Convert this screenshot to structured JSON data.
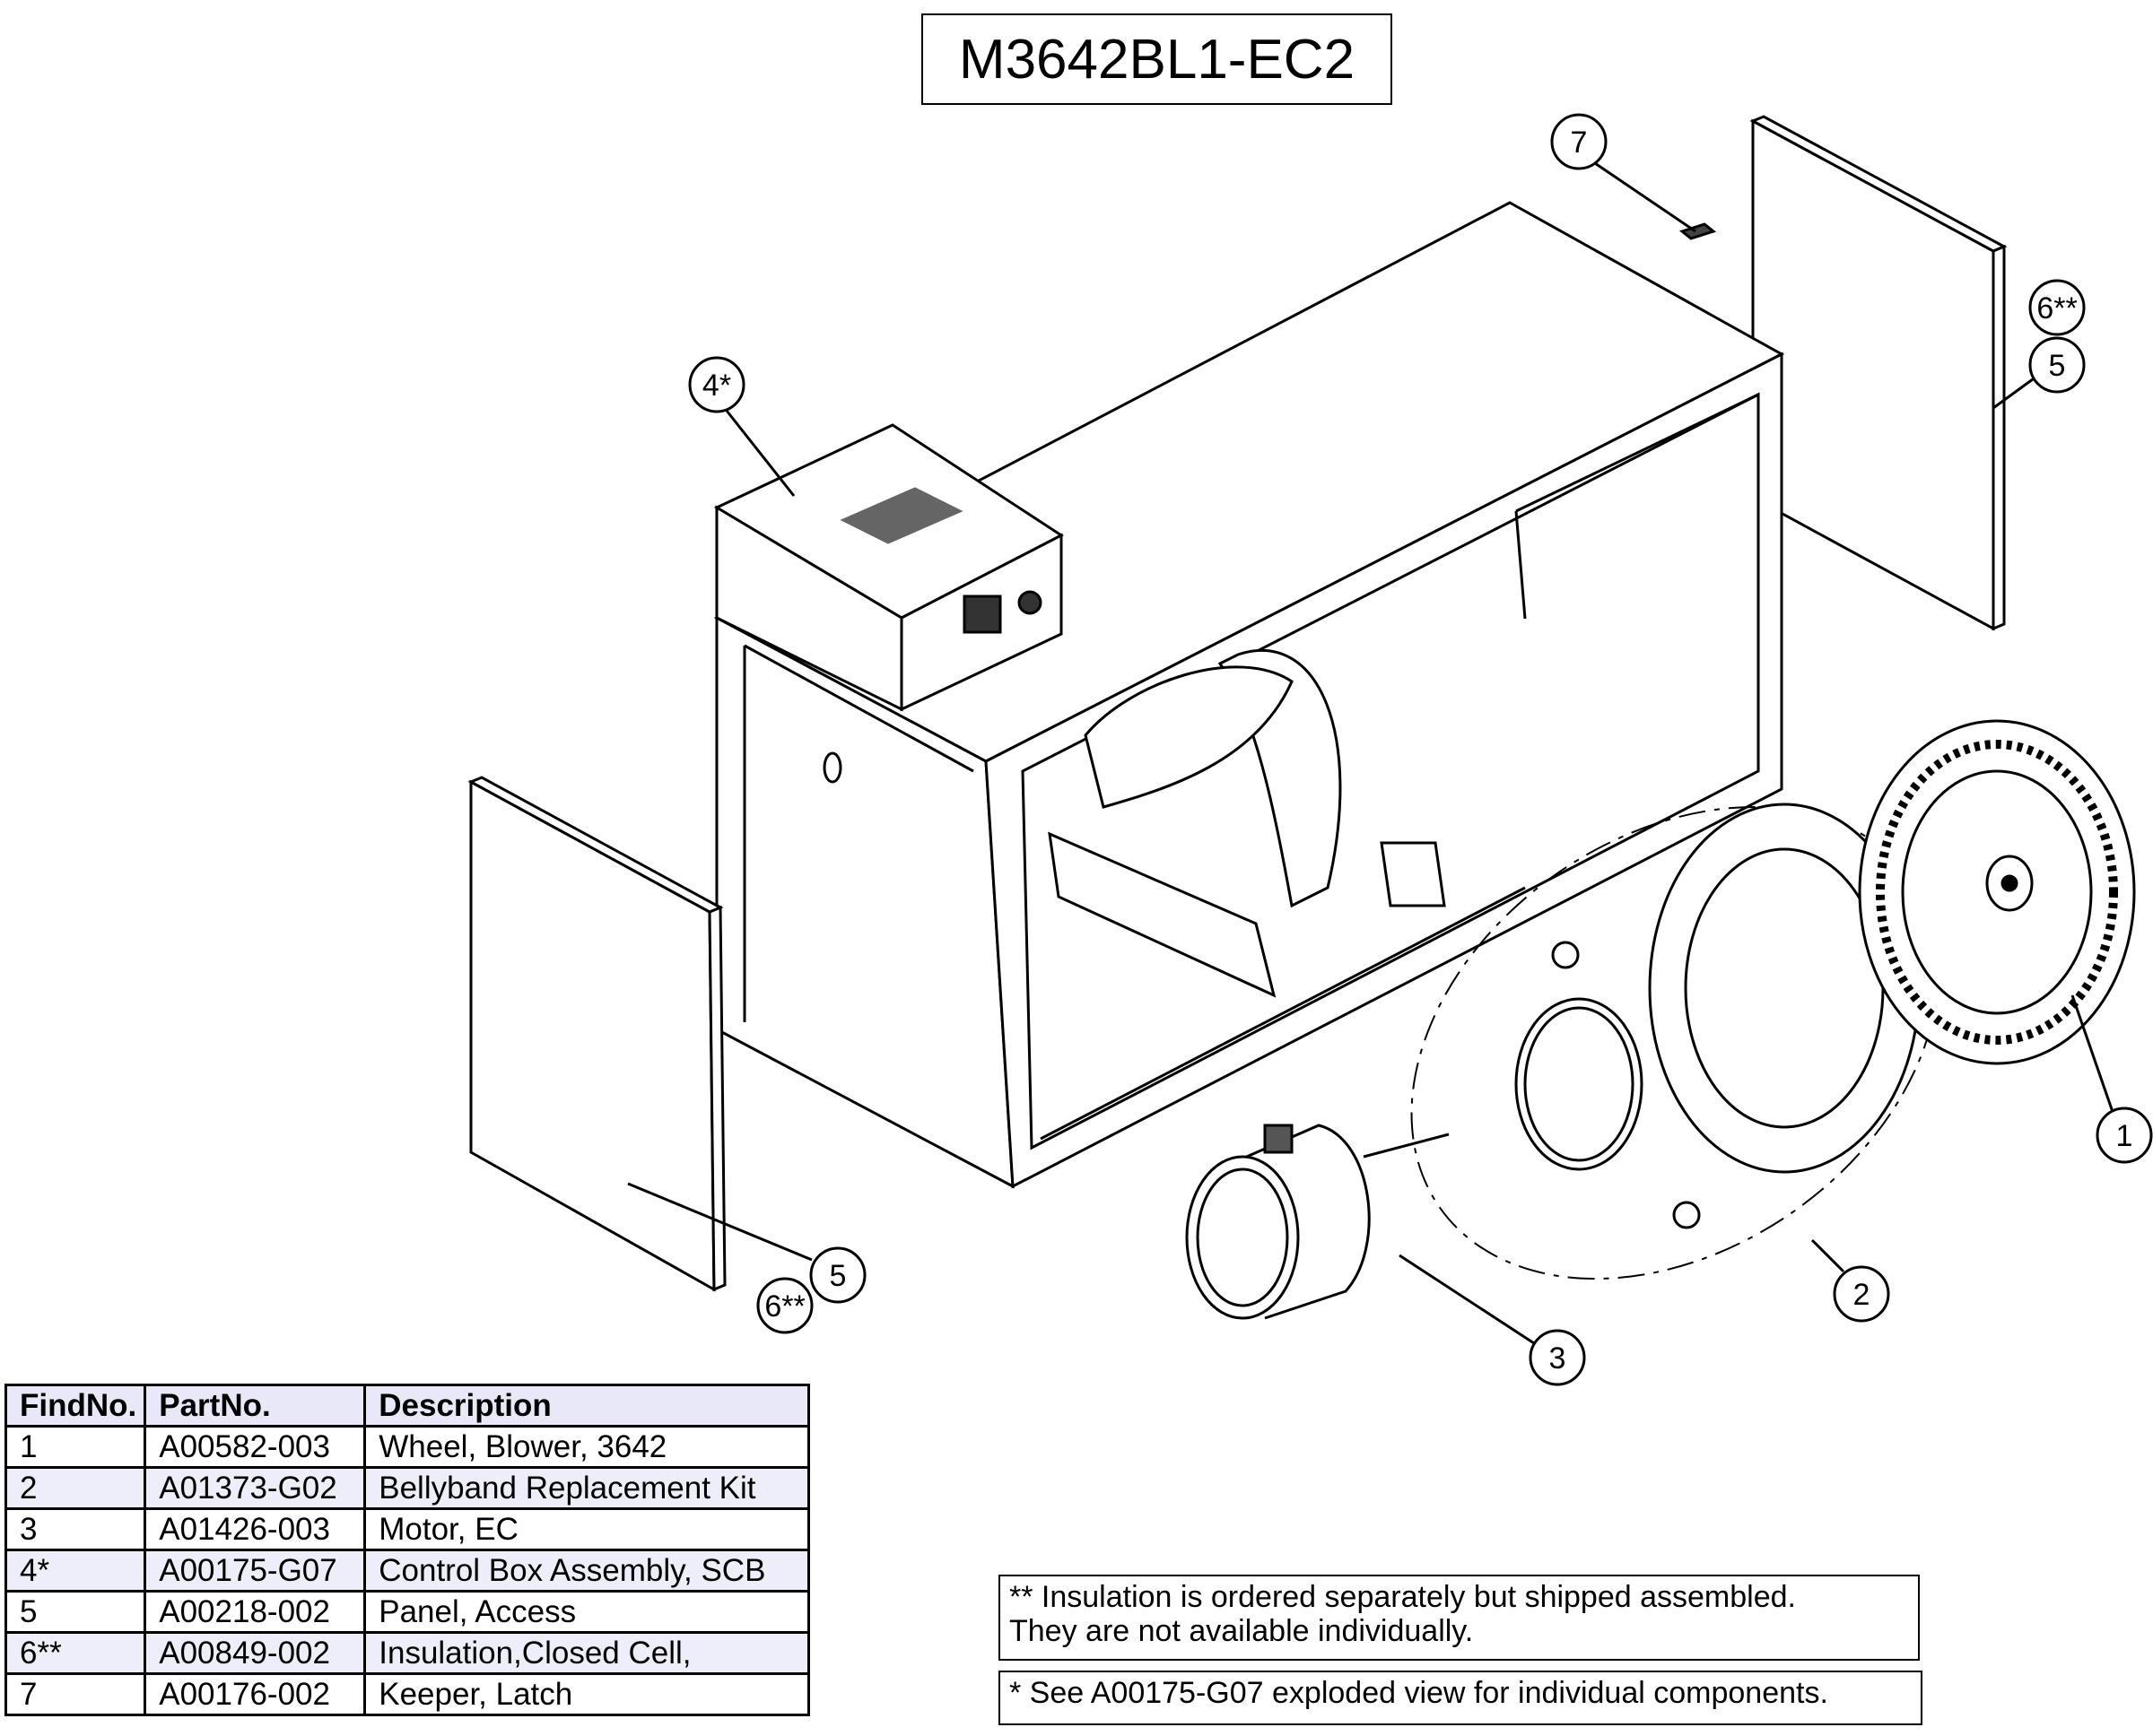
{
  "title": "M3642BL1-EC2",
  "callouts": {
    "c7": "7",
    "c6_right": "6**",
    "c5_right": "5",
    "c4": "4*",
    "c1": "1",
    "c2": "2",
    "c3": "3",
    "c5_left": "5",
    "c6_left": "6**"
  },
  "parts_table": {
    "headers": [
      "FindNo.",
      "PartNo.",
      "Description"
    ],
    "rows": [
      [
        "1",
        "A00582-003",
        "Wheel, Blower, 3642"
      ],
      [
        "2",
        "A01373-G02",
        "Bellyband Replacement Kit"
      ],
      [
        "3",
        "A01426-003",
        "Motor, EC"
      ],
      [
        "4*",
        "A00175-G07",
        "Control Box Assembly, SCB"
      ],
      [
        "5",
        "A00218-002",
        "Panel, Access"
      ],
      [
        "6**",
        "A00849-002",
        "Insulation,Closed Cell,"
      ],
      [
        "7",
        "A00176-002",
        "Keeper, Latch"
      ]
    ]
  },
  "notes": {
    "insulation_line1": "** Insulation is ordered separately but shipped assembled.",
    "insulation_line2": "They are not available individually.",
    "control_box": "* See A00175-G07 exploded view for individual components."
  }
}
